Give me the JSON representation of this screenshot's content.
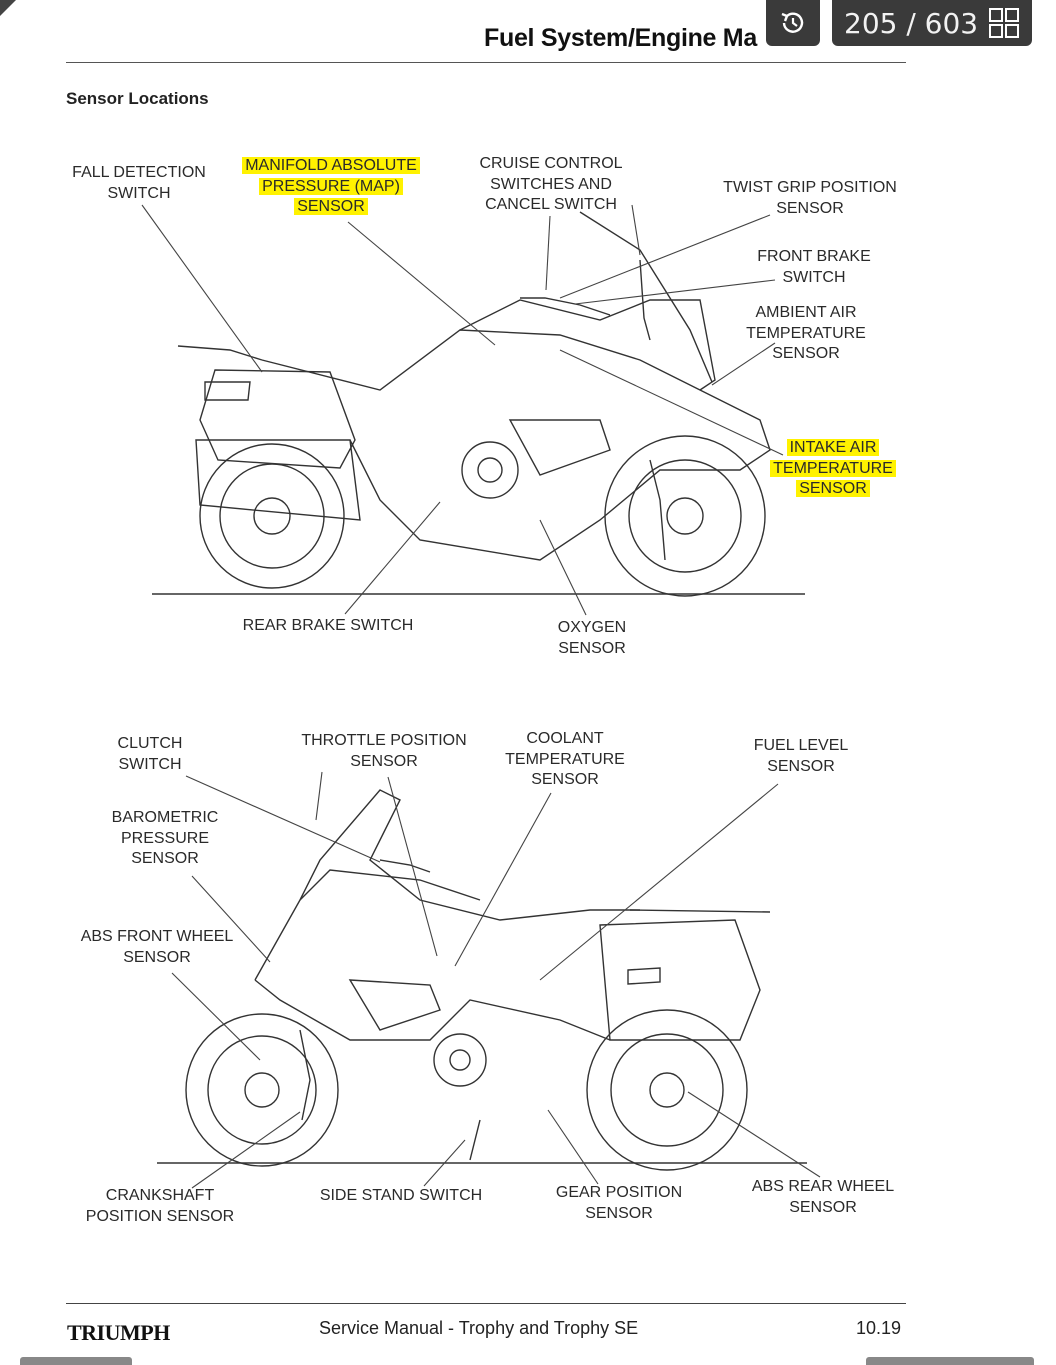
{
  "header": {
    "title": "Fuel System/Engine Ma"
  },
  "viewer": {
    "page_count": "205 / 603",
    "rotate_icon": "rotate-icon",
    "grid_icon": "grid-view-icon"
  },
  "section_title": "Sensor Locations",
  "top_labels": {
    "fall_detection": [
      "FALL DETECTION",
      "SWITCH"
    ],
    "map_sensor": [
      "MANIFOLD ABSOLUTE",
      "PRESSURE (MAP)",
      "SENSOR"
    ],
    "cruise_control": [
      "CRUISE CONTROL",
      "SWITCHES AND",
      "CANCEL SWITCH"
    ],
    "twist_grip": [
      "TWIST GRIP POSITION",
      "SENSOR"
    ],
    "front_brake": [
      "FRONT BRAKE",
      "SWITCH"
    ],
    "ambient_air": [
      "AMBIENT AIR",
      "TEMPERATURE",
      "SENSOR"
    ],
    "intake_air": [
      "INTAKE AIR",
      "TEMPERATURE",
      "SENSOR"
    ],
    "rear_brake": [
      "REAR BRAKE SWITCH"
    ],
    "oxygen": [
      "OXYGEN",
      "SENSOR"
    ]
  },
  "bottom_labels": {
    "clutch": [
      "CLUTCH",
      "SWITCH"
    ],
    "throttle": [
      "THROTTLE POSITION",
      "SENSOR"
    ],
    "coolant": [
      "COOLANT",
      "TEMPERATURE",
      "SENSOR"
    ],
    "fuel_level": [
      "FUEL LEVEL",
      "SENSOR"
    ],
    "barometric": [
      "BAROMETRIC",
      "PRESSURE",
      "SENSOR"
    ],
    "abs_front": [
      "ABS FRONT WHEEL",
      "SENSOR"
    ],
    "crankshaft": [
      "CRANKSHAFT",
      "POSITION SENSOR"
    ],
    "side_stand": [
      "SIDE STAND SWITCH"
    ],
    "gear_position": [
      "GEAR POSITION",
      "SENSOR"
    ],
    "abs_rear": [
      "ABS REAR WHEEL",
      "SENSOR"
    ]
  },
  "highlight_color": "#fff200",
  "footer": {
    "brand": "TRIUMPH",
    "manual": "Service Manual - Trophy and Trophy SE",
    "page": "10.19"
  }
}
